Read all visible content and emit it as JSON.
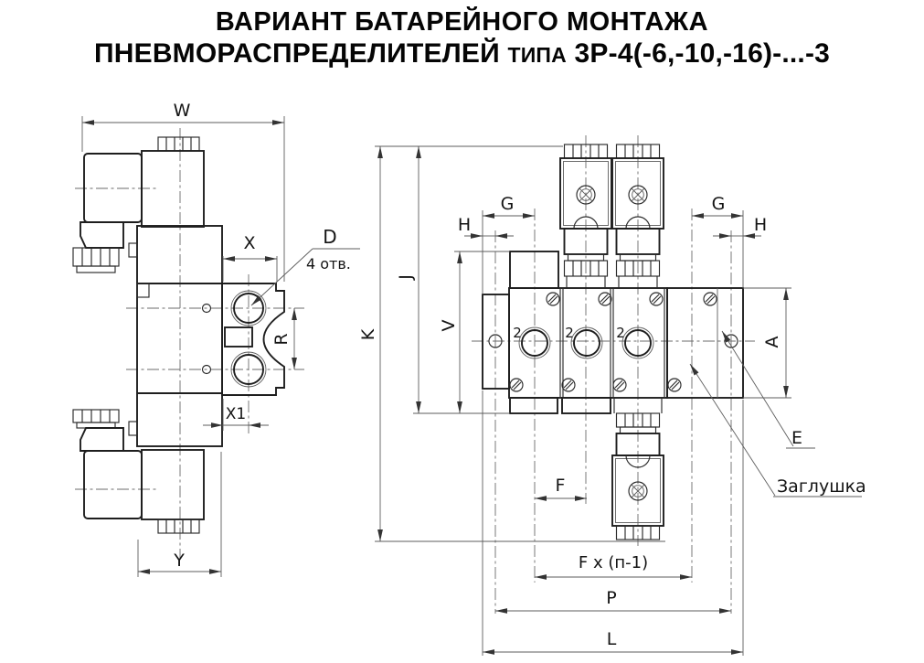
{
  "title": {
    "line1": "ВАРИАНТ БАТАРЕЙНОГО МОНТАЖА",
    "line2_main": "ПНЕВМОРАСПРЕДЕЛИТЕЛЕЙ",
    "line2_small": "ТИПА",
    "line2_model": "3Р-4(-6,-10,-16)-...-3"
  },
  "left_view": {
    "dims": {
      "w": "W",
      "x": "X",
      "x1": "X1",
      "y": "Y",
      "r": "R",
      "d": "D",
      "holes_note": "4 отв."
    }
  },
  "right_view": {
    "dims": {
      "g_left": "G",
      "h_left": "H",
      "g_right": "G",
      "h_right": "H",
      "j": "J",
      "k": "K",
      "v": "V",
      "a": "A",
      "e": "E",
      "f": "F",
      "f_pitch": "F x (п-1)",
      "p": "P",
      "l": "L"
    },
    "ports": {
      "p1": "2",
      "p2": "2",
      "p3": "2"
    },
    "plug_label": "Заглушка"
  },
  "colors": {
    "line": "#1e1e1e",
    "background": "#ffffff"
  }
}
